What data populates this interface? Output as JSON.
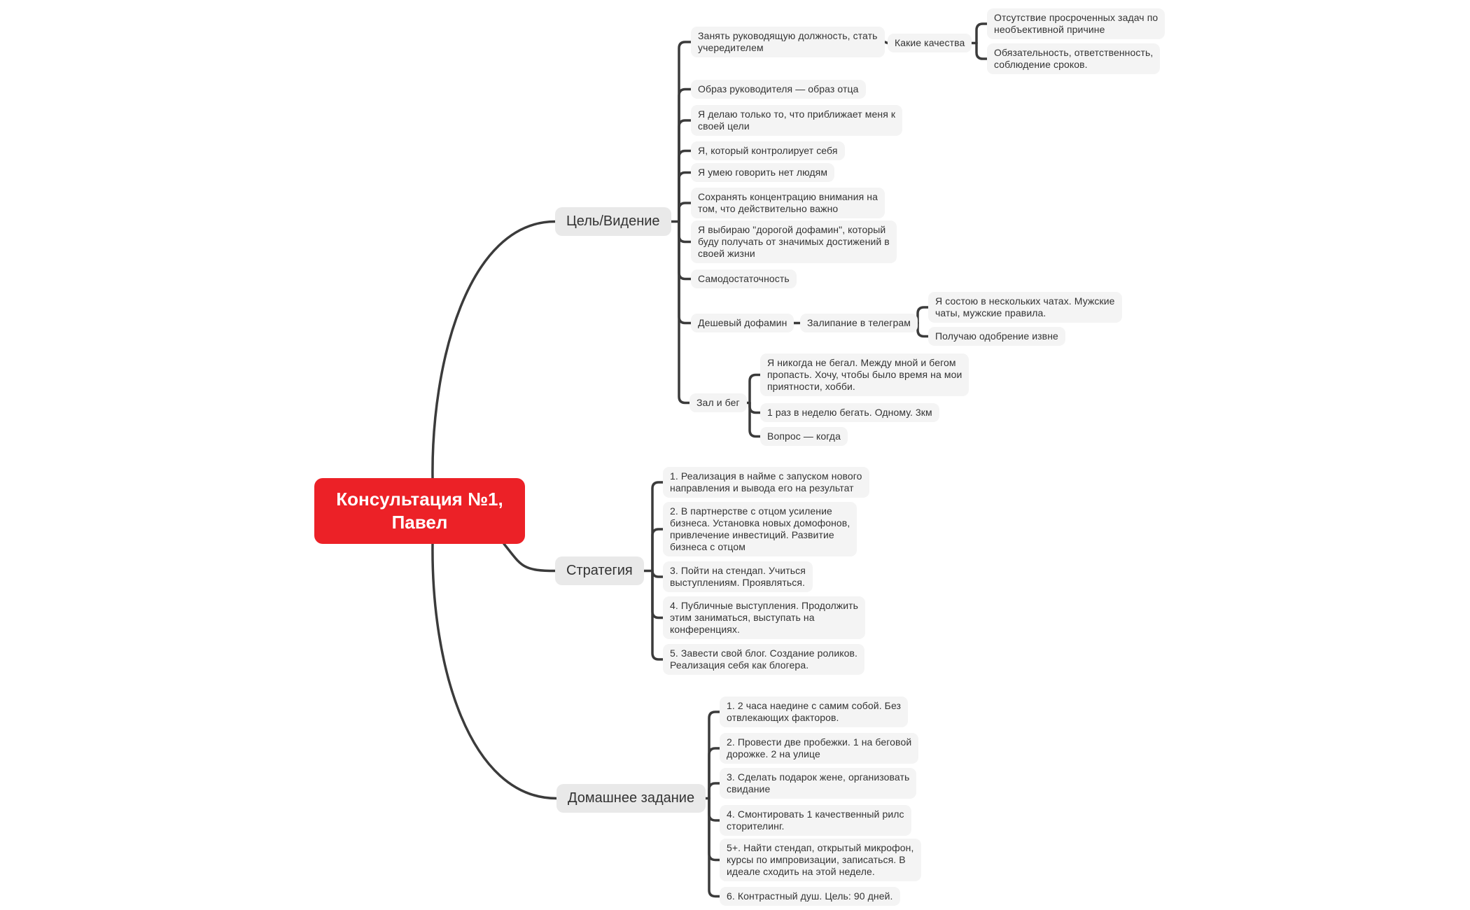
{
  "palette": {
    "canvas_bg": "#ffffff",
    "line": "#3b3b3b",
    "root_bg": "#ec2127",
    "root_text": "#ffffff",
    "branch_bg": "#e9e9e9",
    "leaf_bg": "#f4f4f4",
    "text": "#333333"
  },
  "root": {
    "label": "Консультация №1,\nПавел"
  },
  "branches": [
    {
      "label": "Цель/Видение",
      "children": [
        {
          "label": "Занять руководящую должность, стать\nучередителем",
          "children": [
            {
              "label": "Какие качества",
              "children": [
                {
                  "label": "Отсутствие просроченных задач по\nнеобъективной причине"
                },
                {
                  "label": "Обязательность, ответственность,\nсоблюдение сроков."
                }
              ]
            }
          ]
        },
        {
          "label": "Образ руководителя — образ отца"
        },
        {
          "label": "Я делаю только то, что приближает меня к\nсвоей цели"
        },
        {
          "label": "Я, который контролирует себя"
        },
        {
          "label": "Я умею говорить нет людям"
        },
        {
          "label": "Сохранять концентрацию внимания на\nтом, что действительно важно"
        },
        {
          "label": "Я выбираю \"дорогой дофамин\", который\nбуду получать от значимых достижений в\nсвоей жизни"
        },
        {
          "label": "Самодостаточность"
        },
        {
          "label": "Дешевый дофамин",
          "children": [
            {
              "label": "Залипание в телеграм",
              "children": [
                {
                  "label": "Я состою в нескольких чатах. Мужские\nчаты, мужские правила."
                },
                {
                  "label": "Получаю одобрение извне"
                }
              ]
            }
          ]
        },
        {
          "label": "Зал и бег",
          "children": [
            {
              "label": "Я никогда не бегал. Между мной и бегом\nпропасть. Хочу, чтобы было время на мои\nприятности, хобби."
            },
            {
              "label": "1 раз в неделю бегать. Одному. 3км"
            },
            {
              "label": "Вопрос — когда"
            }
          ]
        }
      ]
    },
    {
      "label": "Стратегия",
      "children": [
        {
          "label": "1. Реализация в найме с запуском нового\nнаправления и вывода его на результат"
        },
        {
          "label": "2. В партнерстве с отцом усиление\nбизнеса. Установка новых домофонов,\nпривлечение инвестиций. Развитие\nбизнеса с отцом"
        },
        {
          "label": "3. Пойти на стендап. Учиться\nвыступлениям. Проявляться."
        },
        {
          "label": "4. Публичные выступления. Продолжить\nэтим заниматься, выступать на\nконференциях."
        },
        {
          "label": "5. Завести свой блог. Создание роликов.\nРеализация себя как блогера."
        }
      ]
    },
    {
      "label": "Домашнее задание",
      "children": [
        {
          "label": "1. 2 часа наедине с самим собой. Без\nотвлекающих факторов."
        },
        {
          "label": "2. Провести две пробежки. 1 на беговой\nдорожке. 2 на улице"
        },
        {
          "label": "3. Сделать подарок жене, организовать\nсвидание"
        },
        {
          "label": "4. Смонтировать 1 качественный рилс\nсторителинг."
        },
        {
          "label": "5+. Найти стендап, открытый микрофон,\nкурсы по импровизации, записаться. В\nидеале сходить на этой неделе."
        },
        {
          "label": "6. Контрастный душ. Цель: 90 дней."
        }
      ]
    }
  ]
}
